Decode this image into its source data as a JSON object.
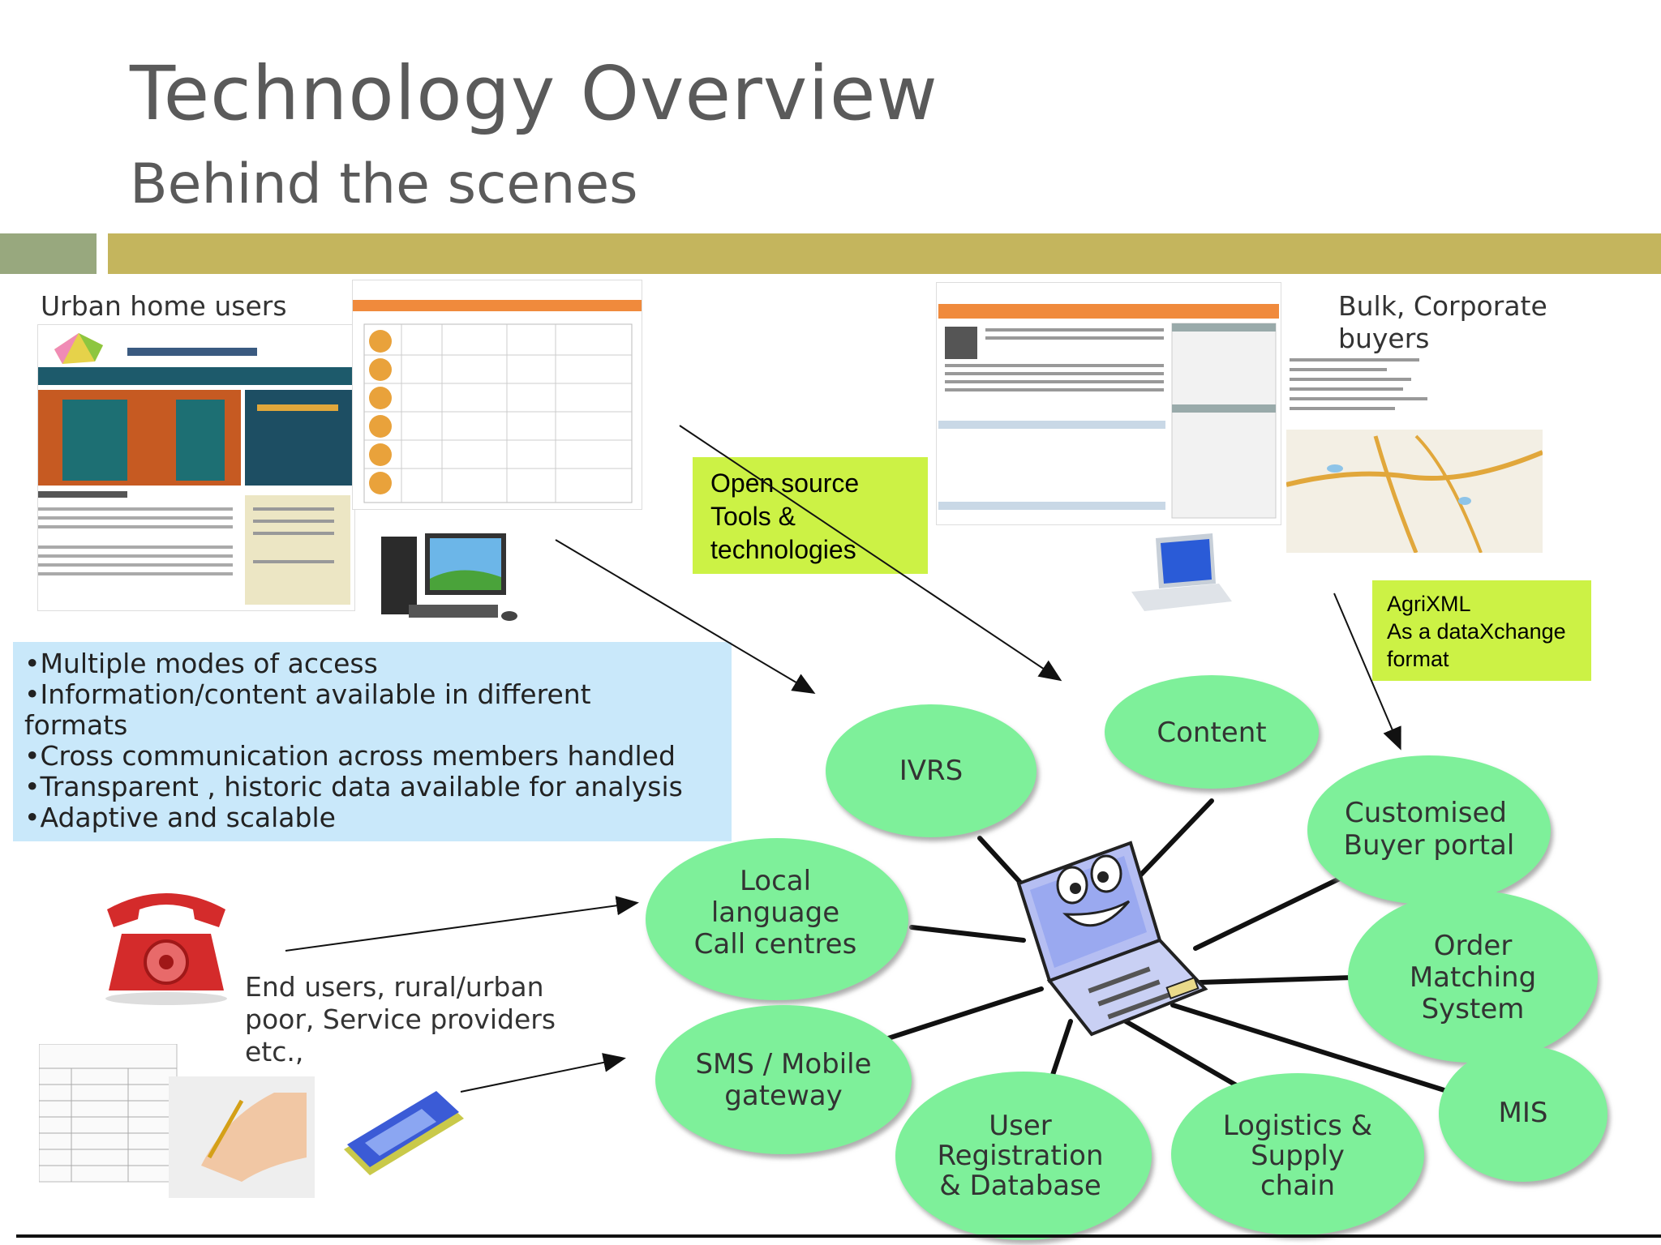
{
  "slide": {
    "title": "Technology Overview",
    "subtitle": "Behind the scenes"
  },
  "labels": {
    "urban_home_users": "Urban home users",
    "bulk_buyers_line1": "Bulk, Corporate",
    "bulk_buyers_line2": "buyers",
    "end_users_line1": "End users, rural/urban",
    "end_users_line2": "poor, Service providers",
    "end_users_line3": "etc.,"
  },
  "callouts": {
    "open_source": [
      "Open source",
      "Tools &",
      "technologies"
    ],
    "agrixml": [
      "AgriXML",
      "As a dataXchange",
      "format"
    ]
  },
  "bullets": [
    "•Multiple modes of access",
    "•Information/content available in different",
    "formats",
    "•Cross communication across members handled",
    "•Transparent , historic data available for analysis",
    "•Adaptive and scalable"
  ],
  "nodes": {
    "ivrs": [
      "IVRS"
    ],
    "content": [
      "Content"
    ],
    "buyer_portal": [
      "Customised",
      "Buyer portal"
    ],
    "call_centres": [
      "Local",
      "language",
      "Call centres"
    ],
    "order_matching": [
      "Order",
      "Matching",
      "System"
    ],
    "sms_gateway": [
      "SMS / Mobile",
      "gateway"
    ],
    "user_registration": [
      "User",
      "Registration",
      "& Database"
    ],
    "logistics": [
      "Logistics &",
      "Supply",
      "chain"
    ],
    "mis": [
      "MIS"
    ]
  },
  "colors": {
    "node_fill": "#7ef09a",
    "callout_fill": "#ccf245",
    "info_box_fill": "#c9e8fa",
    "band_gold": "#c4b55d",
    "band_green": "#98a87e"
  }
}
